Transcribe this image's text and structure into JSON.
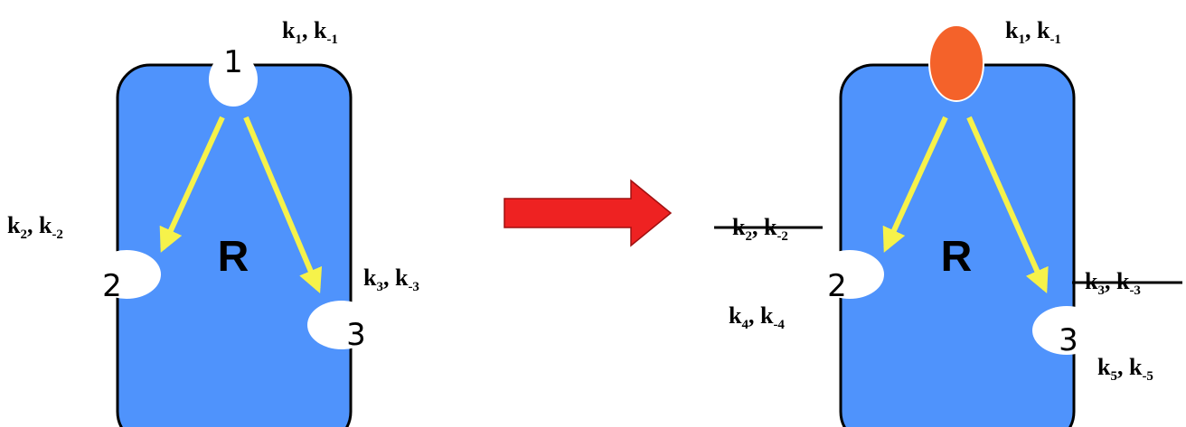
{
  "left_panel": {
    "receptor_label": "R",
    "site_1": "1",
    "site_2": "2",
    "site_3": "3",
    "rates_site_1": {
      "k": "k",
      "s1": "1",
      "s2": "-1"
    },
    "rates_site_2": {
      "k": "k",
      "s1": "2",
      "s2": "-2"
    },
    "rates_site_3": {
      "k": "k",
      "s1": "3",
      "s2": "-3"
    }
  },
  "right_panel": {
    "receptor_label": "R",
    "site_2": "2",
    "site_3": "3",
    "rates_site_1": {
      "k": "k",
      "s1": "1",
      "s2": "-1"
    },
    "rates_site_2_old": {
      "k": "k",
      "s1": "2",
      "s2": "-2"
    },
    "rates_site_2_new": {
      "k": "k",
      "s1": "4",
      "s2": "-4"
    },
    "rates_site_3_old": {
      "k": "k",
      "s1": "3",
      "s2": "-3"
    },
    "rates_site_3_new": {
      "k": "k",
      "s1": "5",
      "s2": "-5"
    }
  },
  "colors": {
    "receptor_fill": "#4f93fc",
    "arrow_yellow": "#f6f24a",
    "transition_arrow": "#ee2222",
    "ligand_bound": "#f4622a"
  }
}
